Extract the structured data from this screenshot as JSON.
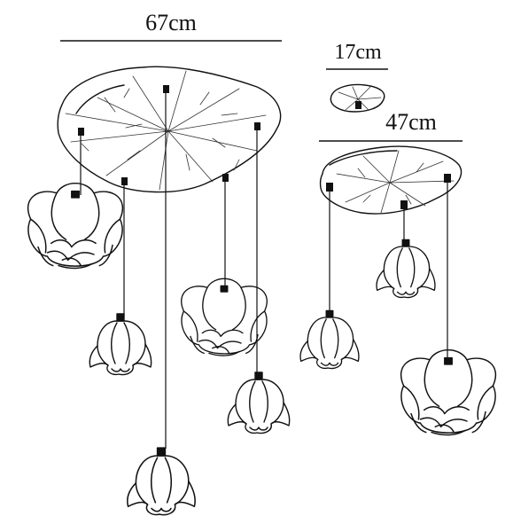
{
  "dimensions": {
    "large_canopy": "67cm",
    "small_canopy": "17cm",
    "medium_canopy": "47cm"
  },
  "icons": {
    "large_canopy": "lotus-leaf-icon",
    "small_canopy": "lotus-leaf-icon",
    "medium_canopy": "lotus-leaf-icon",
    "pendant": "lotus-flower-pendant-icon"
  },
  "colors": {
    "line": "#111111",
    "background": "#ffffff"
  }
}
